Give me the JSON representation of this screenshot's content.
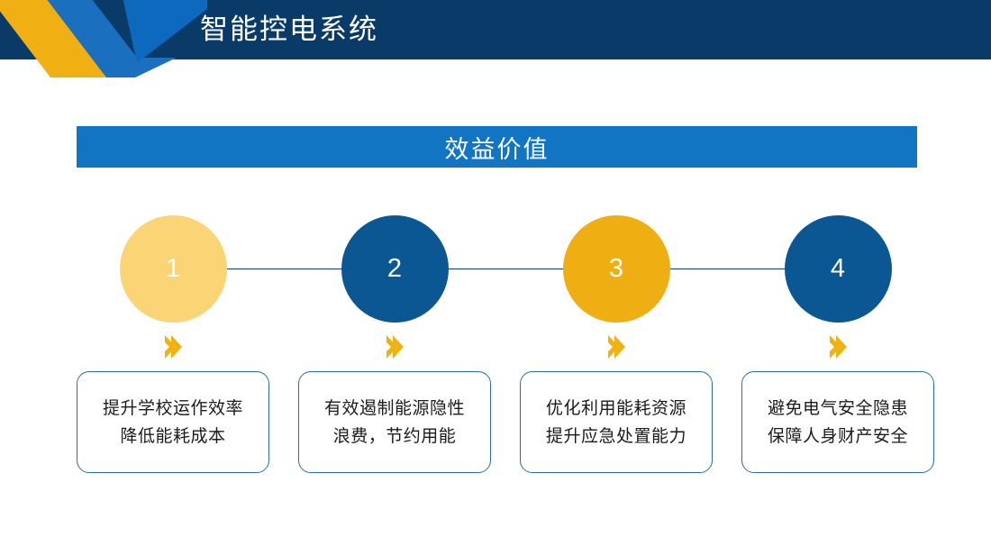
{
  "header": {
    "title": "智能控电系统",
    "background_color": "#0a3b68",
    "decoration_yellow": "#f0b014",
    "decoration_blue": "#1a6fbe",
    "decoration_name": "chevron-ribbon-logo"
  },
  "section": {
    "title": "效益价值",
    "bar_color": "#1175c4",
    "text_color": "#ffffff"
  },
  "flow": {
    "connector_color": "#123f63",
    "chevron_icon_color": "#eeb211",
    "steps": [
      {
        "number": "1",
        "circle_color": "#fbd476",
        "chevron_icon": "double-chevron-right-icon",
        "lines": [
          "提升学校运作效率",
          "降低能耗成本"
        ]
      },
      {
        "number": "2",
        "circle_color": "#0b5793",
        "chevron_icon": "double-chevron-right-icon",
        "lines": [
          "有效遏制能源隐性",
          "浪费，节约用能"
        ]
      },
      {
        "number": "3",
        "circle_color": "#efae12",
        "chevron_icon": "double-chevron-right-icon",
        "lines": [
          "优化利用能耗资源",
          "提升应急处置能力"
        ]
      },
      {
        "number": "4",
        "circle_color": "#0b5793",
        "chevron_icon": "double-chevron-right-icon",
        "lines": [
          "避免电气安全隐患",
          "保障人身财产安全"
        ]
      }
    ]
  }
}
